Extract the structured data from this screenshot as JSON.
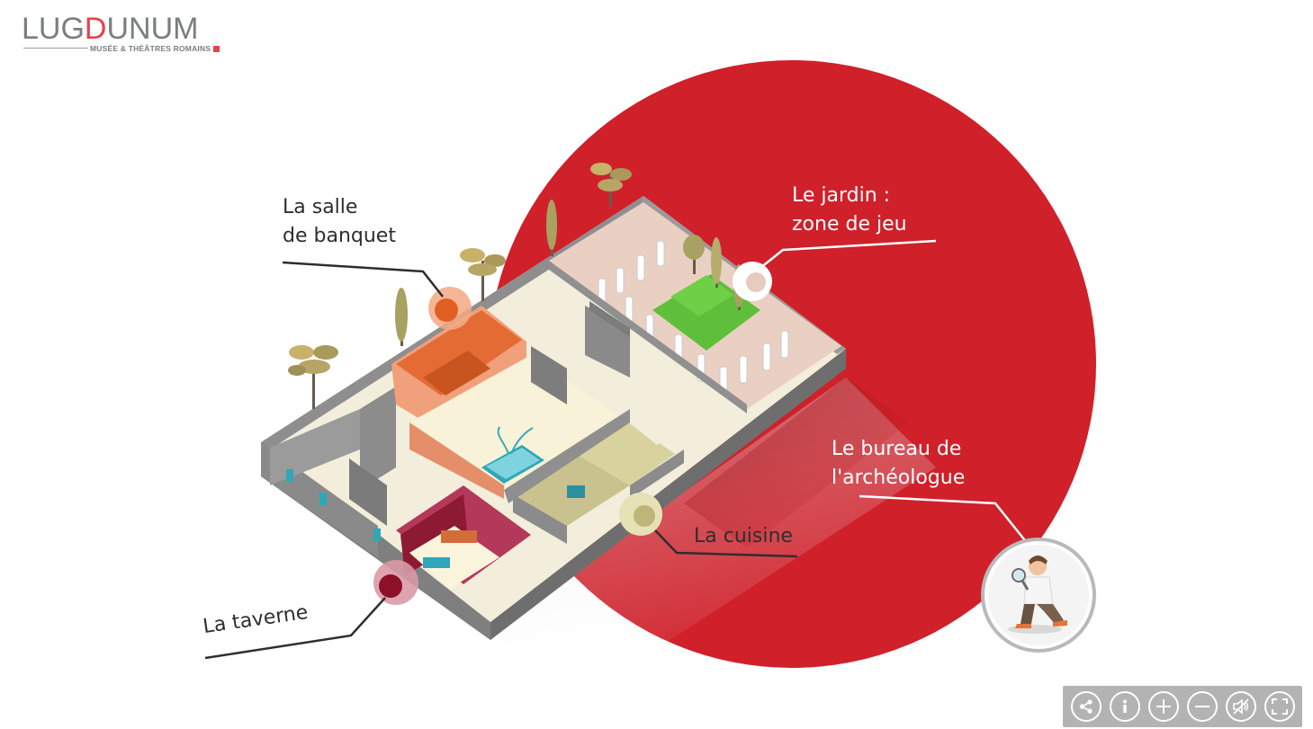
{
  "logo": {
    "word_pre": "LUG",
    "word_d": "D",
    "word_post": "UNUM",
    "subtitle": "MUSÉE & THÉÂTRES ROMAINS"
  },
  "labels": {
    "banquet_line1": "La salle",
    "banquet_line2": "de banquet",
    "jardin_line1": "Le jardin :",
    "jardin_line2": "zone de jeu",
    "bureau_line1": "Le bureau de",
    "bureau_line2": "l'archéologue",
    "cuisine": "La cuisine",
    "taverne": "La taverne"
  },
  "colors": {
    "accent_red": "#d0202a",
    "logo_red": "#e8414b",
    "logo_gray": "#7a7d82",
    "toolbar_bg": "#b3b3b3"
  },
  "toolbar": {
    "buttons": [
      "share-icon",
      "info-icon",
      "zoom-in-icon",
      "zoom-out-icon",
      "sound-off-icon",
      "fullscreen-icon"
    ]
  }
}
